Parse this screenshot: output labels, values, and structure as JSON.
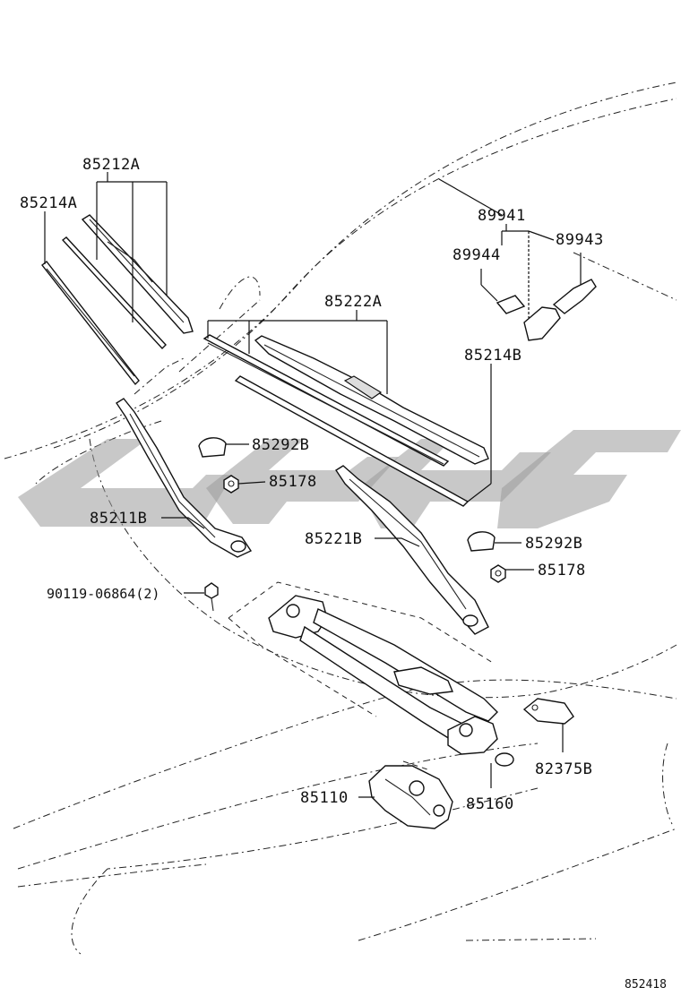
{
  "labels": {
    "p85212A": "85212A",
    "p85214A": "85214A",
    "p89941": "89941",
    "p89944": "89944",
    "p89943": "89943",
    "p85222A": "85222A",
    "p85214B": "85214B",
    "p85292B_1": "85292B",
    "p85178_1": "85178",
    "p85211B": "85211B",
    "p85221B": "85221B",
    "p85292B_2": "85292B",
    "p85178_2": "85178",
    "p90119": "90119-06864(2)",
    "p82375B": "82375B",
    "p85110": "85110",
    "p85160": "85160"
  },
  "figure_number": "852418",
  "colors": {
    "line": "#111111",
    "watermark": "#9a9a9a",
    "background": "#ffffff"
  }
}
